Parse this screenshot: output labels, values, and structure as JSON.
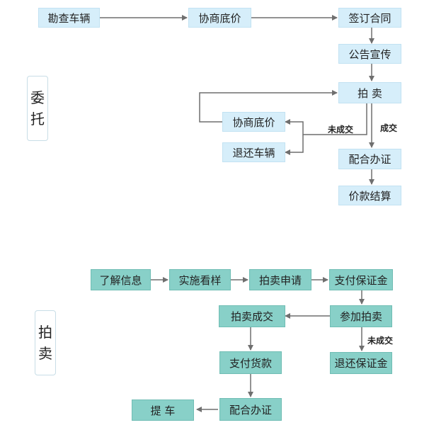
{
  "section1": {
    "label_chars": [
      "委",
      "托"
    ],
    "nodes": {
      "survey": "勘查车辆",
      "negotiate_top": "协商底价",
      "contract": "签订合同",
      "publicity": "公告宣传",
      "auction": "拍 卖",
      "negotiate_left": "协商底价",
      "return_vehicle": "退还车辆",
      "paperwork": "配合办证",
      "settlement": "价款结算"
    },
    "edges": {
      "not_sold": "未成交",
      "sold": "成交"
    }
  },
  "section2": {
    "label_chars": [
      "拍",
      "卖"
    ],
    "nodes": {
      "learn": "了解信息",
      "inspect": "实施看样",
      "apply": "拍卖申请",
      "deposit": "支付保证金",
      "participate": "参加拍卖",
      "deal": "拍卖成交",
      "refund": "退还保证金",
      "payment": "支付货款",
      "paperwork": "配合办证",
      "pickup": "提 车"
    },
    "edges": {
      "not_sold": "未成交"
    }
  },
  "colors": {
    "section1_box": "#d6eefa",
    "section2_box": "#88d0c8",
    "arrow": "#6f6f6f"
  }
}
